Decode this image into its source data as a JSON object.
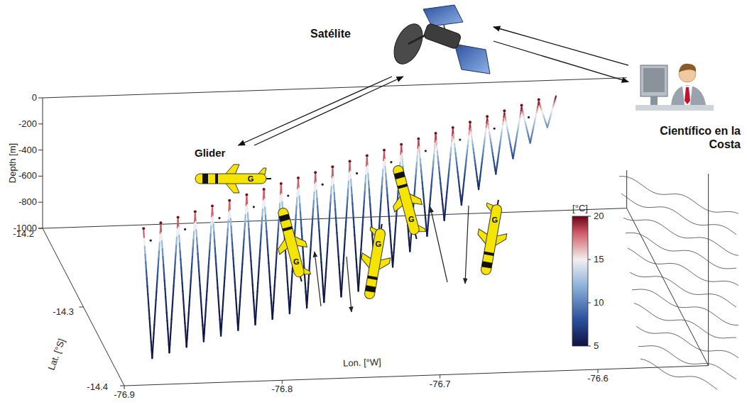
{
  "diagram": {
    "nodes": [
      {
        "text": [
          "Satélite"
        ]
      },
      {
        "text": [
          "Glider"
        ]
      },
      {
        "text": [
          "Científico en la Costa"
        ]
      }
    ],
    "edges": [
      {
        "from": 1,
        "to": 0,
        "arrow": "to"
      },
      {
        "from": 0,
        "to": 1,
        "arrow": "to"
      },
      {
        "from": 2,
        "to": 0,
        "arrow": "to"
      },
      {
        "from": 0,
        "to": 2,
        "arrow": "to"
      }
    ],
    "labels": [
      "0",
      "-200",
      "-400",
      "-600",
      "-800",
      "-1000",
      "Depth [m]",
      "-14.2",
      "-14.3",
      "-14.4",
      "Lat. [°S]",
      "-76.9",
      "-76.8",
      "-76.7",
      "-76.6",
      "Lon. [°W]",
      "[°C]",
      "20",
      "15",
      "10",
      "5",
      "G",
      "G",
      "G",
      "G",
      "G"
    ]
  }
}
